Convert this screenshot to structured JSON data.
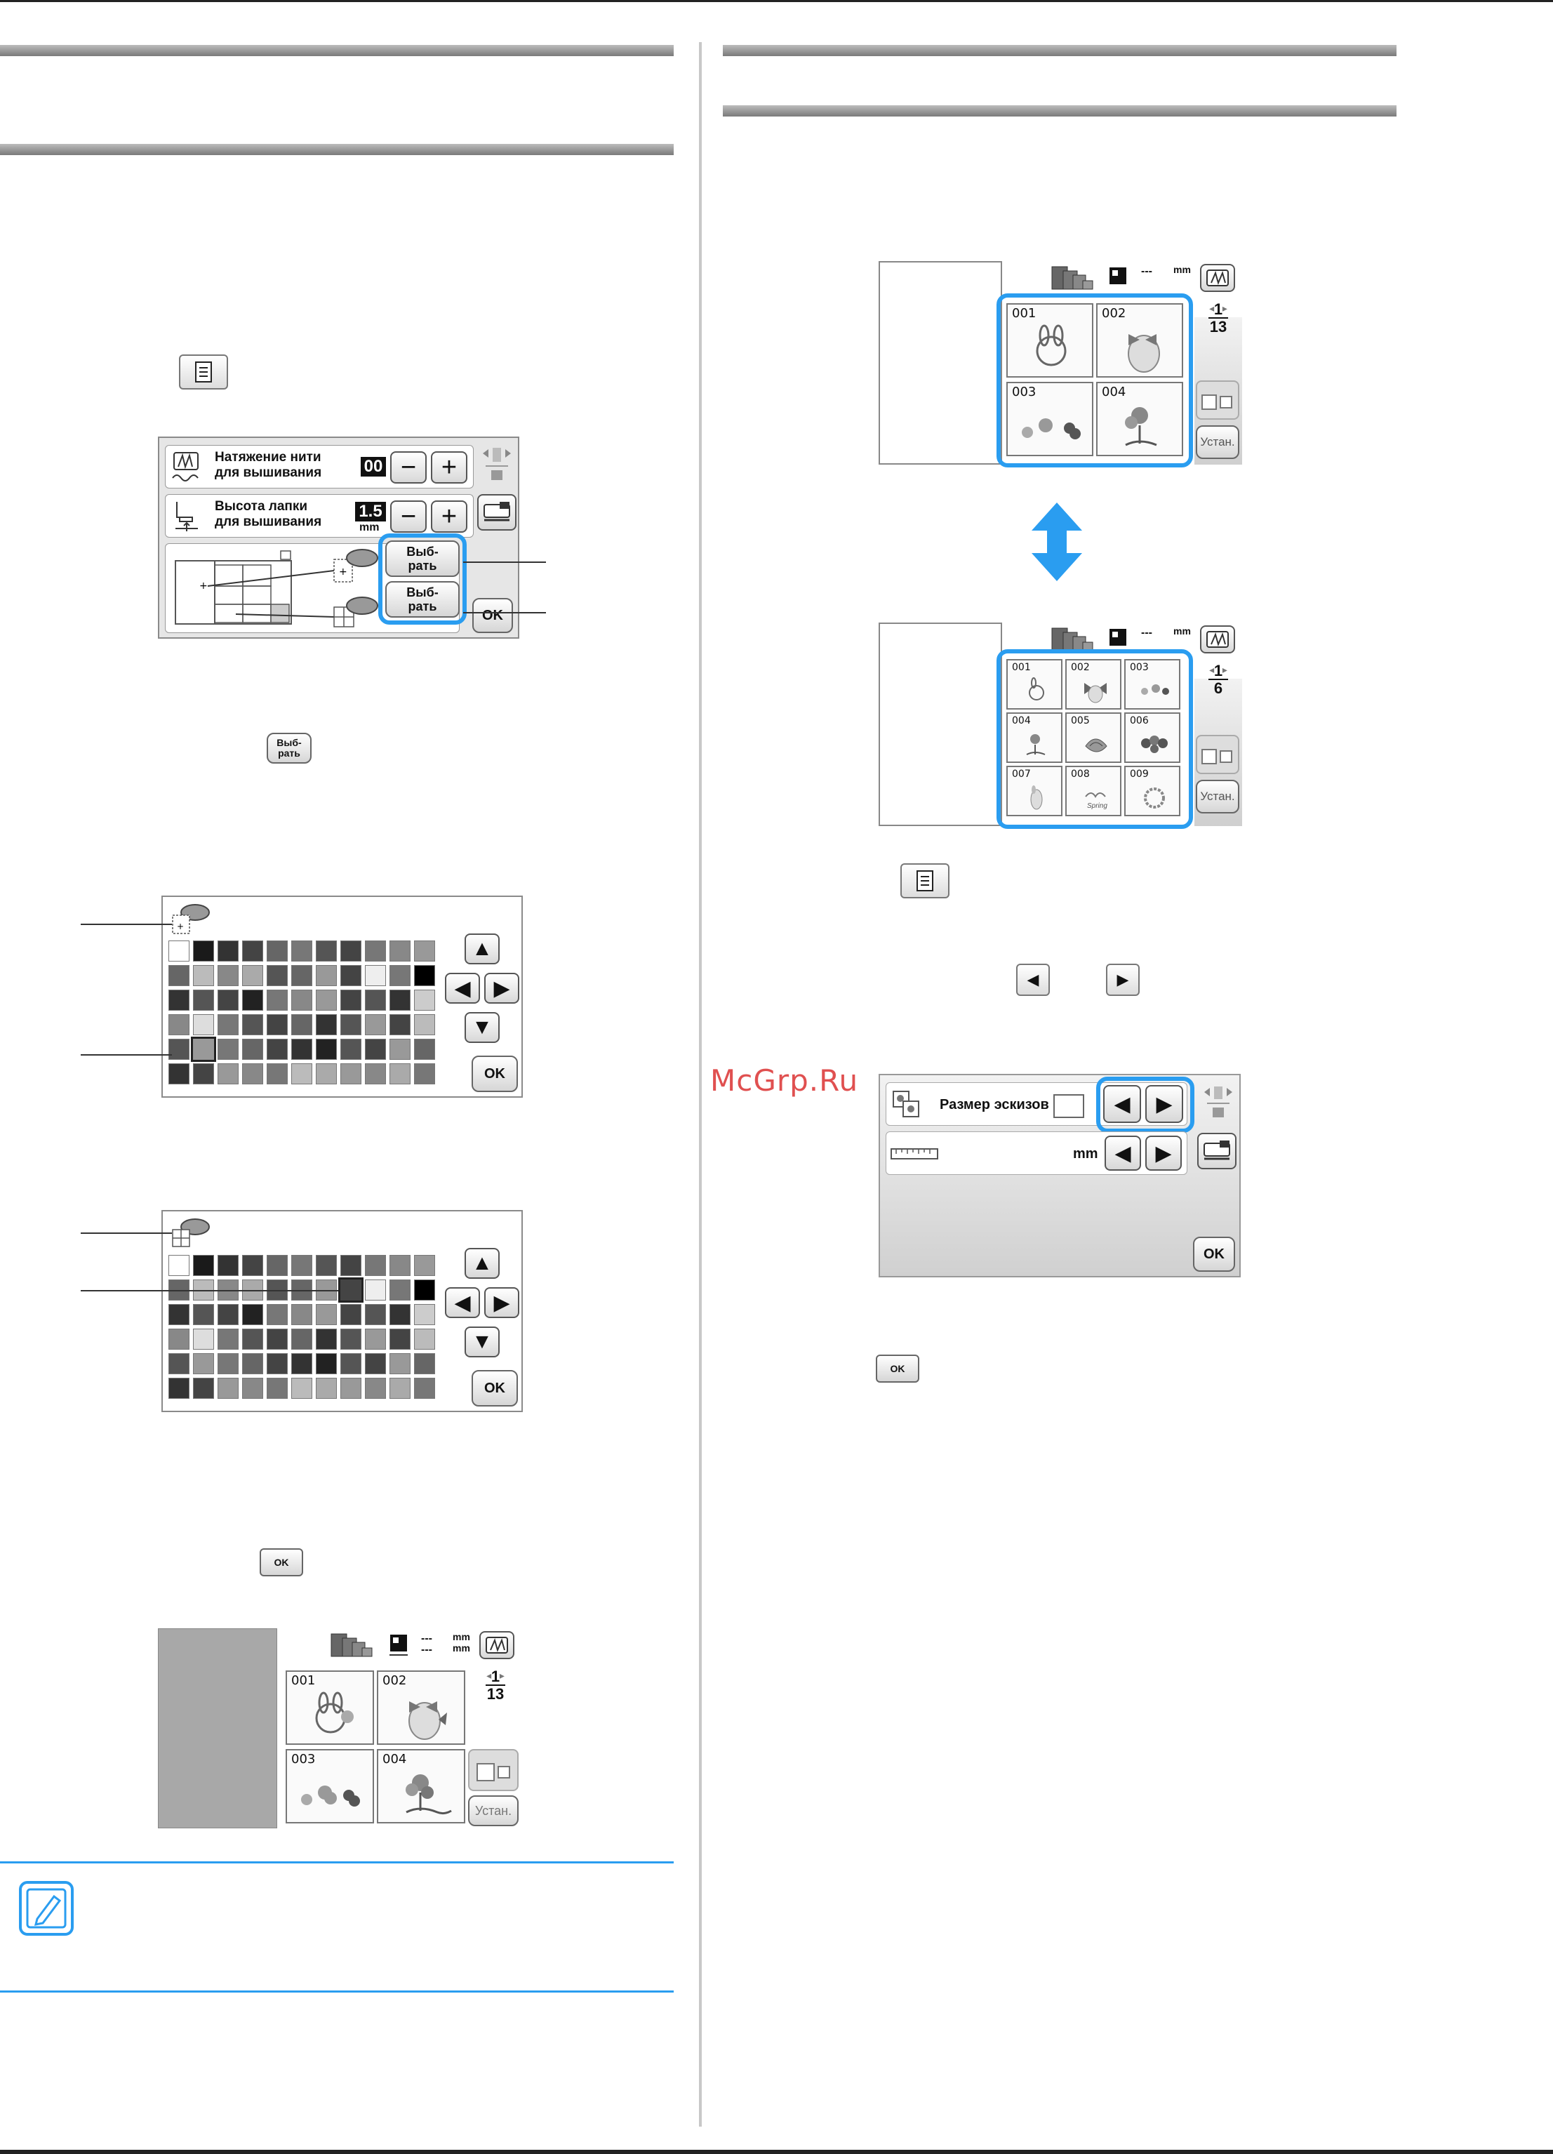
{
  "settings_screen": {
    "thread_tension_label": "Натяжение нити\nдля вышивания",
    "thread_tension_value": "00",
    "foot_height_label": "Высота лапки\nдля вышивания",
    "foot_height_value": "1.5",
    "foot_height_unit": "mm",
    "select_button_1": "Выб-\nрать",
    "select_button_2": "Выб-\nрать",
    "ok_label": "OK"
  },
  "inline_select_icon": "Выб-\nрать",
  "color_grid_1": {
    "ok_label": "OK"
  },
  "color_grid_2": {
    "ok_label": "OK"
  },
  "inline_ok_left": "OK",
  "pattern_screen_left": {
    "dim_unit_1": "mm",
    "dim_unit_2": "mm",
    "dims_placeholder": "---",
    "page_current": "1",
    "page_total": "13",
    "thumbnails": [
      "001",
      "002",
      "003",
      "004"
    ],
    "set_button": "Устан."
  },
  "pattern_screen_large": {
    "dim_unit": "mm",
    "dims_placeholder": "---",
    "page_current": "1",
    "page_total": "13",
    "thumbnails": [
      "001",
      "002",
      "003",
      "004"
    ],
    "set_button": "Устан."
  },
  "pattern_screen_small": {
    "dim_unit": "mm",
    "dims_placeholder": "---",
    "page_current": "1",
    "page_total": "6",
    "thumbnails": [
      "001",
      "002",
      "003",
      "004",
      "005",
      "006",
      "007",
      "008",
      "009"
    ],
    "set_button": "Устан."
  },
  "watermark": "McGrp.Ru",
  "thumb_size_screen": {
    "label": "Размер эскизов",
    "unit": "mm",
    "ok_label": "OK"
  },
  "inline_ok_right": "OK"
}
